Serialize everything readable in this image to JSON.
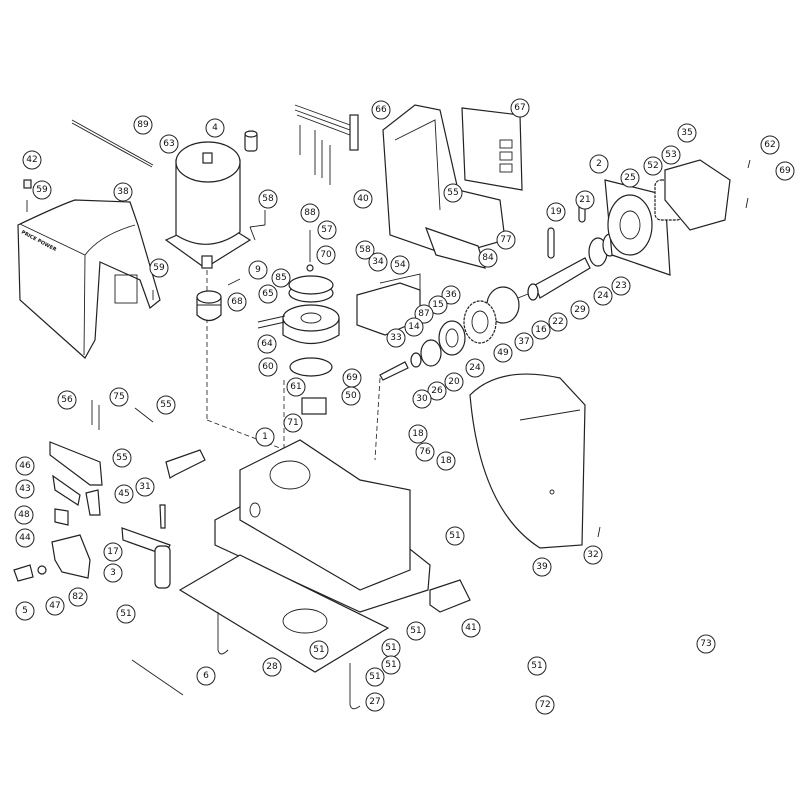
{
  "diagram": {
    "type": "exploded-parts-diagram",
    "cover_logo_text": "PRICE POWER",
    "callouts": [
      "89",
      "4",
      "66",
      "67",
      "35",
      "42",
      "63",
      "62",
      "2",
      "52",
      "53",
      "59",
      "38",
      "25",
      "69",
      "40",
      "55",
      "58",
      "88",
      "19",
      "21",
      "57",
      "77",
      "70",
      "59",
      "9",
      "58",
      "34",
      "54",
      "84",
      "85",
      "65",
      "36",
      "15",
      "68",
      "87",
      "14",
      "33",
      "64",
      "24",
      "23",
      "29",
      "22",
      "16",
      "37",
      "49",
      "24",
      "20",
      "26",
      "30",
      "60",
      "61",
      "69",
      "50",
      "71",
      "56",
      "75",
      "55",
      "1",
      "18",
      "76",
      "18",
      "46",
      "55",
      "43",
      "45",
      "31",
      "48",
      "51",
      "32",
      "39",
      "44",
      "17",
      "3",
      "82",
      "5",
      "47",
      "51",
      "41",
      "51",
      "28",
      "51",
      "51",
      "51",
      "6",
      "51",
      "27",
      "51",
      "73",
      "72"
    ]
  }
}
